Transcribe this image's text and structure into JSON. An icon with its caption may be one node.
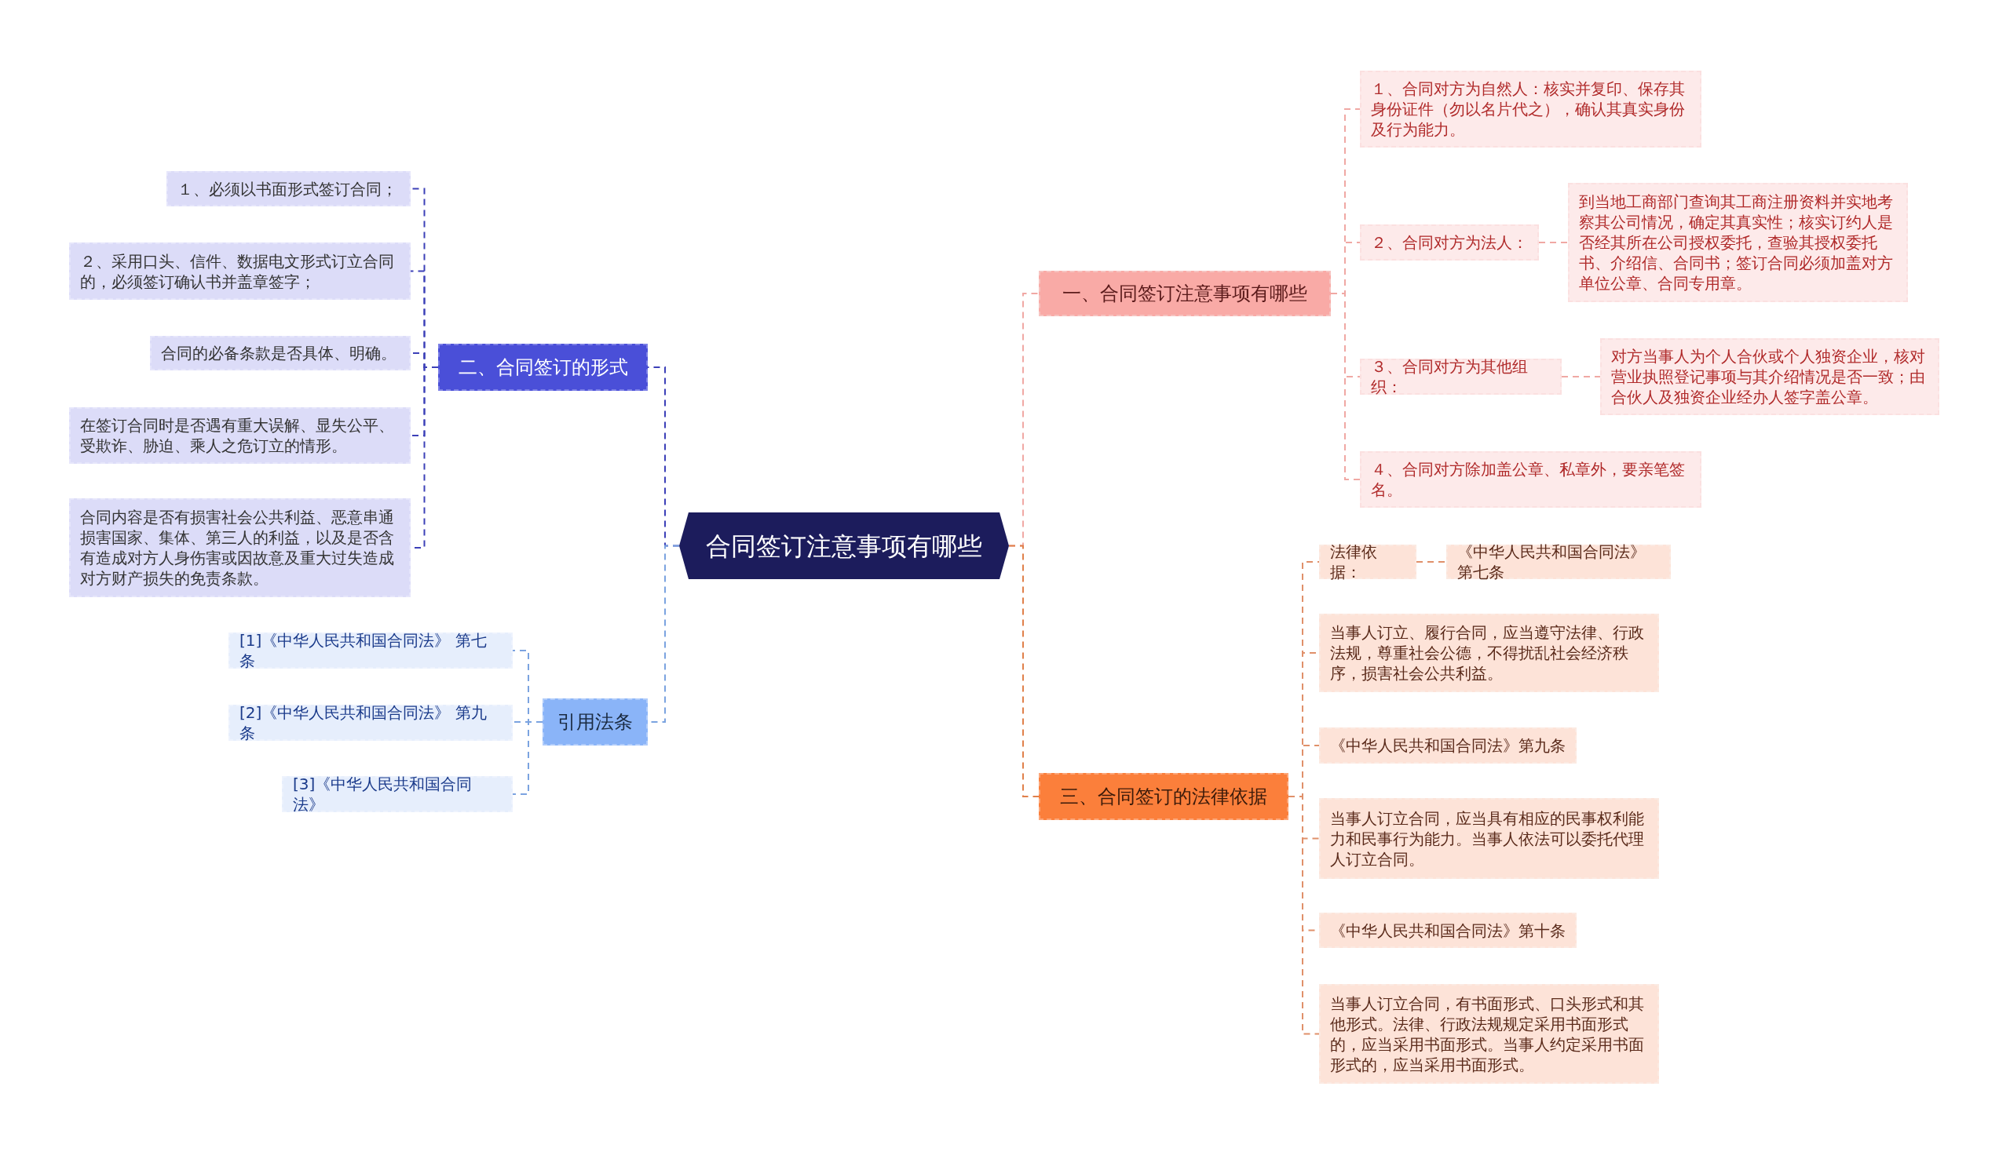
{
  "diagram": {
    "nodes": [
      {
        "text": [
          "合同签订注意事项有哪些"
        ]
      },
      {
        "text": [
          "一、合同签订注意事项有哪些"
        ]
      },
      {
        "text": [
          "１、合同对方为自然人：核实并复印、保存其身份证件（勿以名片代之），确认其真实身份及行为能力。"
        ]
      },
      {
        "text": [
          "２、合同对方为法人："
        ]
      },
      {
        "text": [
          "到当地工商部门查询其工商注册资料并实地考察其公司情况，确定其真实性；核实订约人是否经其所在公司授权委托，查验其授权委托书、介绍信、合同书；签订合同必须加盖对方单位公章、合同专用章。"
        ]
      },
      {
        "text": [
          "３、合同对方为其他组织："
        ]
      },
      {
        "text": [
          "对方当事人为个人合伙或个人独资企业，核对营业执照登记事项与其介绍情况是否一致；由合伙人及独资企业经办人签字盖公章。"
        ]
      },
      {
        "text": [
          "４、合同对方除加盖公章、私章外，要亲笔签名。"
        ]
      },
      {
        "text": [
          "三、合同签订的法律依据"
        ]
      },
      {
        "text": [
          "法律依据："
        ]
      },
      {
        "text": [
          "《中华人民共和国合同法》第七条"
        ]
      },
      {
        "text": [
          "当事人订立、履行合同，应当遵守法律、行政法规，尊重社会公德，不得扰乱社会经济秩序，损害社会公共利益。"
        ]
      },
      {
        "text": [
          "《中华人民共和国合同法》第九条"
        ]
      },
      {
        "text": [
          "当事人订立合同，应当具有相应的民事权利能力和民事行为能力。当事人依法可以委托代理人订立合同。"
        ]
      },
      {
        "text": [
          "《中华人民共和国合同法》第十条"
        ]
      },
      {
        "text": [
          "当事人订立合同，有书面形式、口头形式和其他形式。法律、行政法规规定采用书面形式的，应当采用书面形式。当事人约定采用书面形式的，应当采用书面形式。"
        ]
      },
      {
        "text": [
          "二、合同签订的形式"
        ]
      },
      {
        "text": [
          "１、必须以书面形式签订合同；"
        ]
      },
      {
        "text": [
          "２、采用口头、信件、数据电文形式订立合同的，必须签订确认书并盖章签字；"
        ]
      },
      {
        "text": [
          "合同的必备条款是否具体、明确。"
        ]
      },
      {
        "text": [
          "在签订合同时是否遇有重大误解、显失公平、受欺诈、胁迫、乘人之危订立的情形。"
        ]
      },
      {
        "text": [
          "合同内容是否有损害社会公共利益、恶意串通损害国家、集体、第三人的利益，以及是否含有造成对方人身伤害或因故意及重大过失造成对方财产损失的免责条款。"
        ]
      },
      {
        "text": [
          "引用法条"
        ]
      },
      {
        "text": [
          "[1]《中华人民共和国合同法》 第七条"
        ]
      },
      {
        "text": [
          "[2]《中华人民共和国合同法》 第九条"
        ]
      },
      {
        "text": [
          "[3]《中华人民共和国合同法》"
        ]
      }
    ],
    "edges": [
      {
        "from": 0,
        "to": 1,
        "arrow": "none",
        "style": "dashed",
        "color": "#f0a8a4"
      },
      {
        "from": 1,
        "to": 2,
        "arrow": "none",
        "style": "dashed",
        "color": "#f0a8a4"
      },
      {
        "from": 1,
        "to": 3,
        "arrow": "none",
        "style": "dashed",
        "color": "#f0a8a4"
      },
      {
        "from": 3,
        "to": 4,
        "arrow": "none",
        "style": "dashed",
        "color": "#f0a8a4"
      },
      {
        "from": 1,
        "to": 5,
        "arrow": "none",
        "style": "dashed",
        "color": "#f0a8a4"
      },
      {
        "from": 5,
        "to": 6,
        "arrow": "none",
        "style": "dashed",
        "color": "#f0a8a4"
      },
      {
        "from": 1,
        "to": 7,
        "arrow": "none",
        "style": "dashed",
        "color": "#f0a8a4"
      },
      {
        "from": 0,
        "to": 8,
        "arrow": "none",
        "style": "dashed",
        "color": "#e0804a"
      },
      {
        "from": 8,
        "to": 9,
        "arrow": "none",
        "style": "dashed",
        "color": "#e0906a"
      },
      {
        "from": 9,
        "to": 10,
        "arrow": "none",
        "style": "dashed",
        "color": "#e0906a"
      },
      {
        "from": 8,
        "to": 11,
        "arrow": "none",
        "style": "dashed",
        "color": "#e0906a"
      },
      {
        "from": 8,
        "to": 12,
        "arrow": "none",
        "style": "dashed",
        "color": "#e0906a"
      },
      {
        "from": 8,
        "to": 13,
        "arrow": "none",
        "style": "dashed",
        "color": "#e0906a"
      },
      {
        "from": 8,
        "to": 14,
        "arrow": "none",
        "style": "dashed",
        "color": "#e0906a"
      },
      {
        "from": 8,
        "to": 15,
        "arrow": "none",
        "style": "dashed",
        "color": "#e0906a"
      },
      {
        "from": 0,
        "to": 16,
        "arrow": "none",
        "style": "dashed",
        "color": "#3c40b8"
      },
      {
        "from": 16,
        "to": 17,
        "arrow": "none",
        "style": "dashed",
        "color": "#3c40b8"
      },
      {
        "from": 16,
        "to": 18,
        "arrow": "none",
        "style": "dashed",
        "color": "#3c40b8"
      },
      {
        "from": 16,
        "to": 19,
        "arrow": "none",
        "style": "dashed",
        "color": "#3c40b8"
      },
      {
        "from": 16,
        "to": 20,
        "arrow": "none",
        "style": "dashed",
        "color": "#3c40b8"
      },
      {
        "from": 16,
        "to": 21,
        "arrow": "none",
        "style": "dashed",
        "color": "#3c40b8"
      },
      {
        "from": 0,
        "to": 22,
        "arrow": "none",
        "style": "dashed",
        "color": "#7ba3e0"
      },
      {
        "from": 22,
        "to": 23,
        "arrow": "none",
        "style": "dashed",
        "color": "#7ba3e0"
      },
      {
        "from": 22,
        "to": 24,
        "arrow": "none",
        "style": "dashed",
        "color": "#7ba3e0"
      },
      {
        "from": 22,
        "to": 25,
        "arrow": "none",
        "style": "dashed",
        "color": "#7ba3e0"
      }
    ]
  }
}
